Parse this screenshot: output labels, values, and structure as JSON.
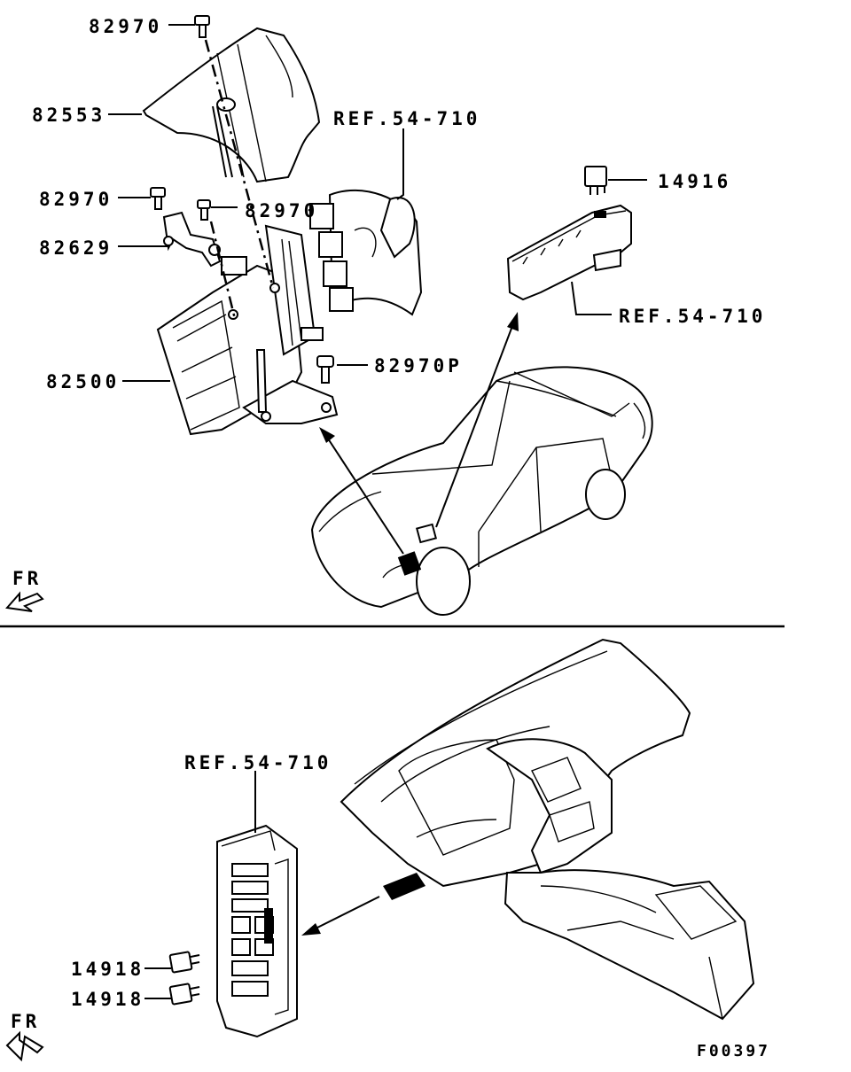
{
  "upper": {
    "labels": {
      "bolt_top": "82970",
      "cover": "82553",
      "ref_fuse_block": "REF.54-710",
      "bolt_left": "82970",
      "bolt_mid": "82970",
      "bracket": "82629",
      "relay_upper": "14916",
      "ref_relay_box": "REF.54-710",
      "bolt_p": "82970P",
      "control_unit": "82500"
    },
    "direction": "FR"
  },
  "lower": {
    "labels": {
      "ref_junction_block": "REF.54-710",
      "relay_a": "14918",
      "relay_b": "14918"
    },
    "direction": "FR"
  },
  "figure_code": "F00397",
  "colors": {
    "ink": "#000000",
    "paper": "#ffffff",
    "fill_part": "#ffffff"
  }
}
